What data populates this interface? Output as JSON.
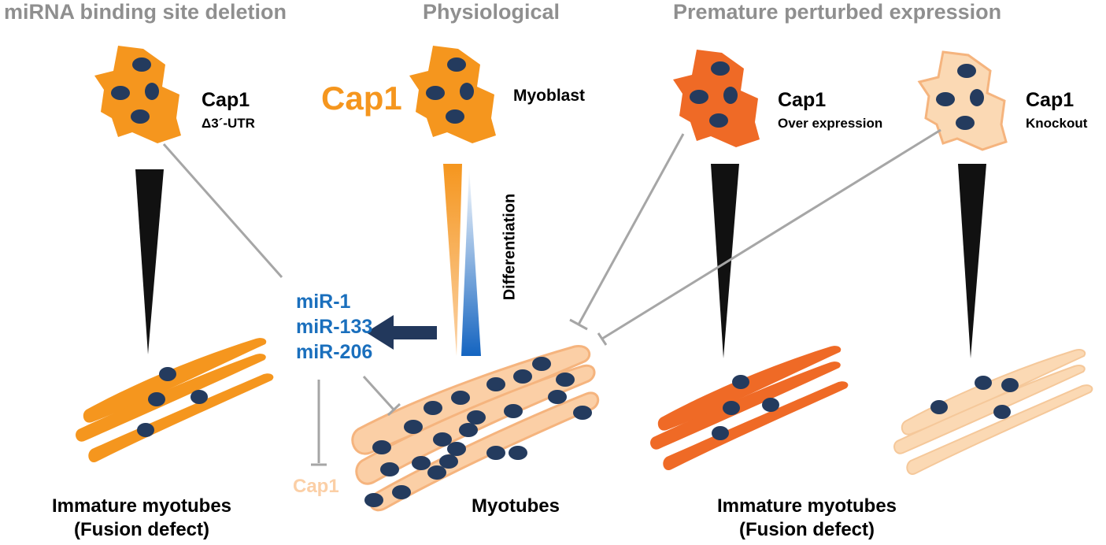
{
  "headers": {
    "left": "miRNA binding site deletion",
    "middle": "Physiological",
    "right": "Premature perturbed expression"
  },
  "deletion": {
    "gene": "Cap1",
    "variant": "Δ3´-UTR"
  },
  "physiological": {
    "gene": "Cap1",
    "cell": "Myoblast",
    "process": "Differentiation"
  },
  "overexpression": {
    "gene": "Cap1",
    "variant": "Over expression"
  },
  "knockout": {
    "gene": "Cap1",
    "variant": "Knockout"
  },
  "mirnas": [
    "miR-1",
    "miR-133",
    "miR-206"
  ],
  "repressed_target": "Cap1",
  "captions": {
    "left_line1": "Immature myotubes",
    "left_line2": "(Fusion defect)",
    "middle": "Myotubes",
    "right_line1": "Immature myotubes",
    "right_line2": "(Fusion defect)"
  },
  "colors": {
    "cap1_normal": "#f5961e",
    "cap1_over": "#ef6a26",
    "cap1_knockout": "#fbd9b4",
    "nucleus": "#243b5e",
    "mirna_text": "#1a6fbd",
    "inhibition_line": "#a6a6a6",
    "header_gray": "#8f8f8f"
  }
}
